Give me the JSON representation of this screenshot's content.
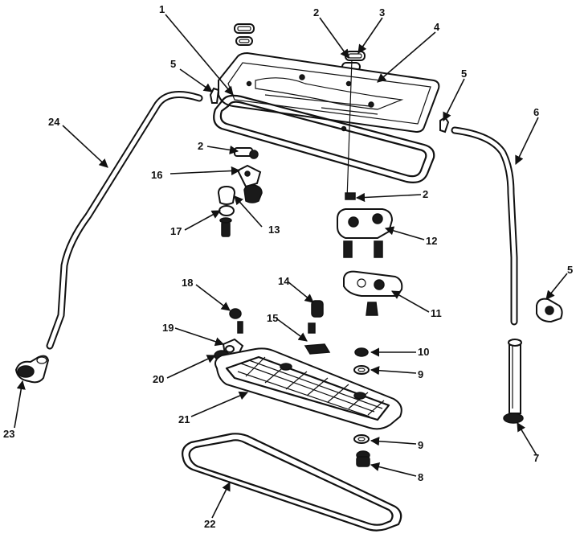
{
  "callouts": {
    "c1": "1",
    "c2a": "2",
    "c2b": "2",
    "c2c": "2",
    "c3": "3",
    "c4": "4",
    "c5a": "5",
    "c5b": "5",
    "c5c": "5",
    "c6": "6",
    "c7": "7",
    "c8": "8",
    "c9a": "9",
    "c9b": "9",
    "c10": "10",
    "c11": "11",
    "c12": "12",
    "c13": "13",
    "c14": "14",
    "c15": "15",
    "c16": "16",
    "c17": "17",
    "c18": "18",
    "c19": "19",
    "c20": "20",
    "c21": "21",
    "c22": "22",
    "c23": "23",
    "c24": "24"
  }
}
